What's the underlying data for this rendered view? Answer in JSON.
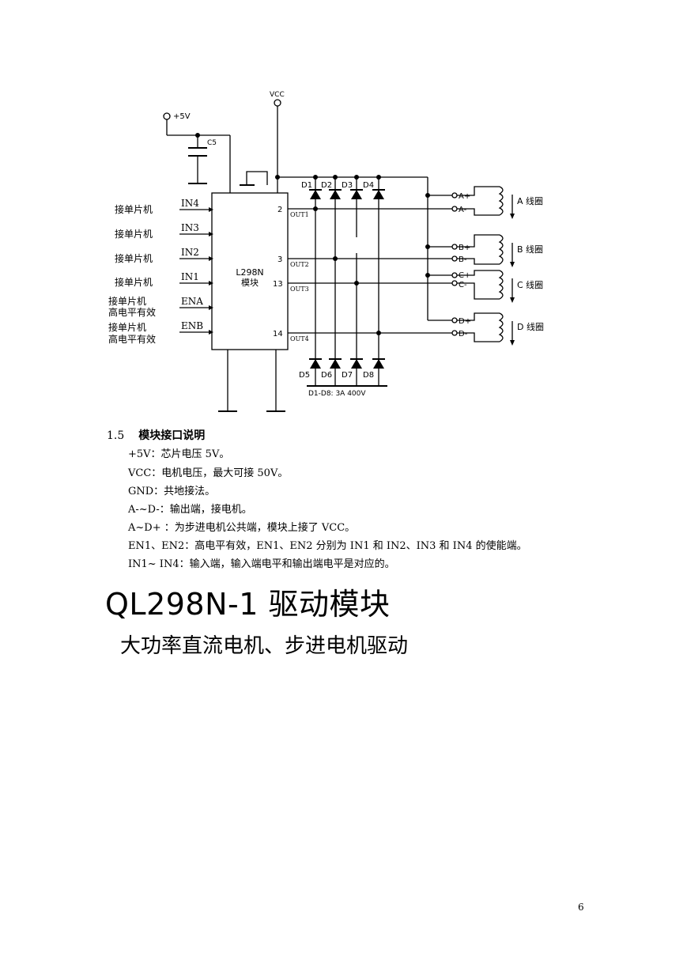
{
  "schematic": {
    "power_label": "+5V",
    "vcc_label": "VCC",
    "cap_label": "C5",
    "chip_label_1": "L298N",
    "chip_label_2": "模块",
    "inputs": [
      {
        "mcu": [
          "接单片机"
        ],
        "pin": "IN4"
      },
      {
        "mcu": [
          "接单片机"
        ],
        "pin": "IN3"
      },
      {
        "mcu": [
          "接单片机"
        ],
        "pin": "IN2"
      },
      {
        "mcu": [
          "接单片机"
        ],
        "pin": "IN1"
      },
      {
        "mcu": [
          "接单片机",
          "高电平有效"
        ],
        "pin": "ENA"
      },
      {
        "mcu": [
          "接单片机",
          "高电平有效"
        ],
        "pin": "ENB"
      }
    ],
    "outputs": [
      {
        "num": "2",
        "name": "OUT1"
      },
      {
        "num": "3",
        "name": "OUT2"
      },
      {
        "num": "13",
        "name": "OUT3"
      },
      {
        "num": "14",
        "name": "OUT4"
      }
    ],
    "top_diodes": [
      "D1",
      "D2",
      "D3",
      "D4"
    ],
    "bottom_diodes": [
      "D5",
      "D6",
      "D7",
      "D8"
    ],
    "diode_note": "D1-D8: 3A 400V",
    "coils": [
      {
        "plus": "A+",
        "minus": "A-",
        "label": "A 线圈"
      },
      {
        "plus": "B+",
        "minus": "B-",
        "label": "B 线圈"
      },
      {
        "plus": "C+",
        "minus": "C-",
        "label": "C 线圈"
      },
      {
        "plus": "D+",
        "minus": "D-",
        "label": "D 线圈"
      }
    ]
  },
  "section": {
    "number": "1.5",
    "title": "模块接口说明",
    "lines": [
      "+5V：芯片电压 5V。",
      "VCC：电机电压，最大可接 50V。",
      "GND：共地接法。",
      "A-~D-：输出端，接电机。",
      "A~D+ ：为步进电机公共端，模块上接了 VCC。",
      "EN1、EN2：高电平有效，EN1、EN2 分别为  IN1 和 IN2、IN3 和 IN4 的使能端。",
      "IN1~ IN4：输入端，输入端电平和输出端电平是对应的。"
    ]
  },
  "banner": {
    "title": "QL298N-1 驱动模块",
    "subtitle": "大功率直流电机、步进电机驱动"
  },
  "page_number": "6"
}
